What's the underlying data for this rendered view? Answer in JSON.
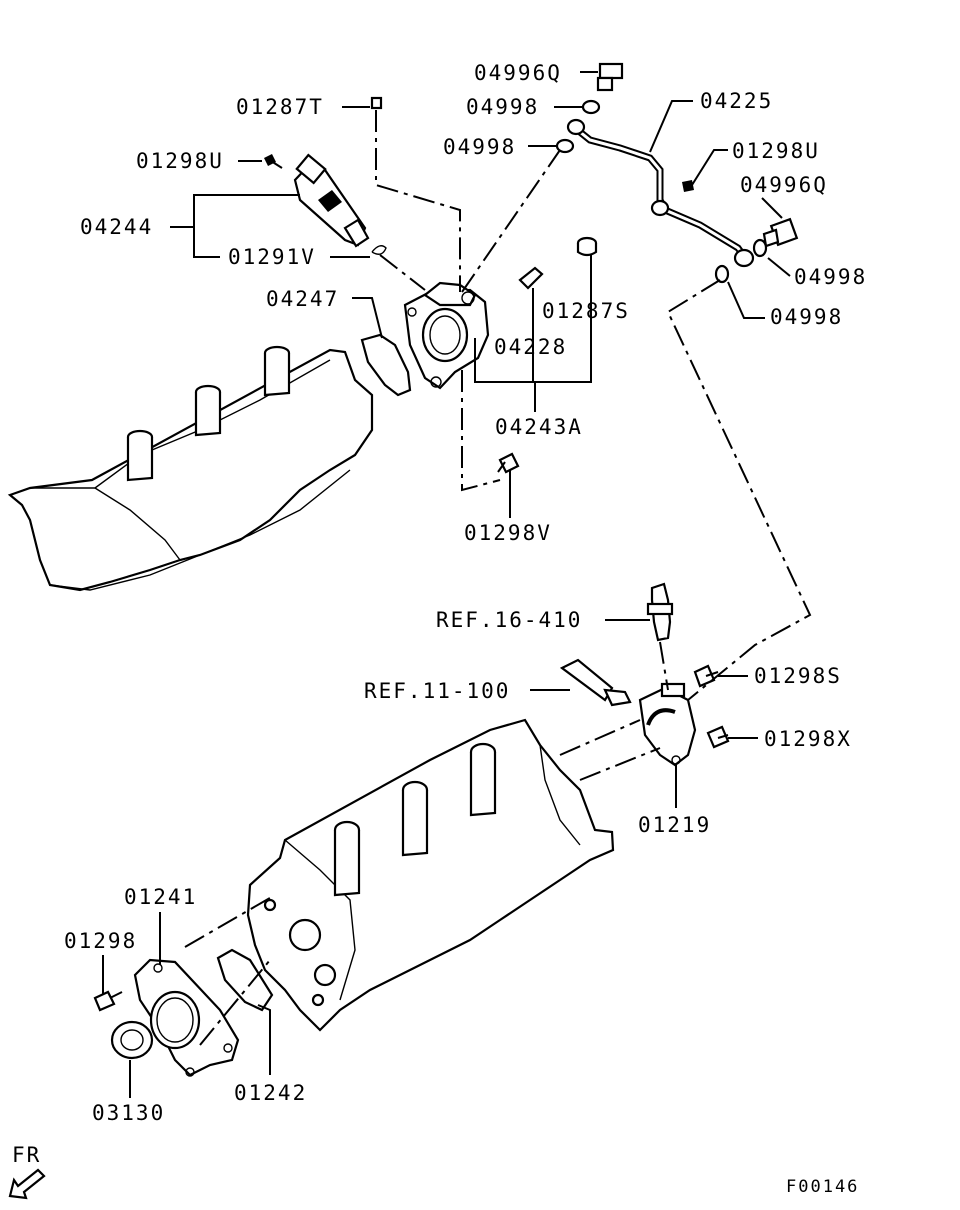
{
  "labels": {
    "p04996Q_top": "04996Q",
    "p04998_a": "04998",
    "p01287T": "01287T",
    "p04998_b": "04998",
    "p04225": "04225",
    "p01298U_left": "01298U",
    "p01298U_right": "01298U",
    "p04996Q_right": "04996Q",
    "p04244": "04244",
    "p01291V": "01291V",
    "p04998_c": "04998",
    "p04998_d": "04998",
    "p04247": "04247",
    "p01287S": "01287S",
    "p04228": "04228",
    "p04243A": "04243A",
    "p01298V": "01298V",
    "ref16": "REF.16-410",
    "p01298S": "01298S",
    "ref11": "REF.11-100",
    "p01298X": "01298X",
    "p01219": "01219",
    "p01241": "01241",
    "p01298": "01298",
    "p01242": "01242",
    "p03130": "03130",
    "fr": "FR",
    "figure_code": "F00146"
  }
}
